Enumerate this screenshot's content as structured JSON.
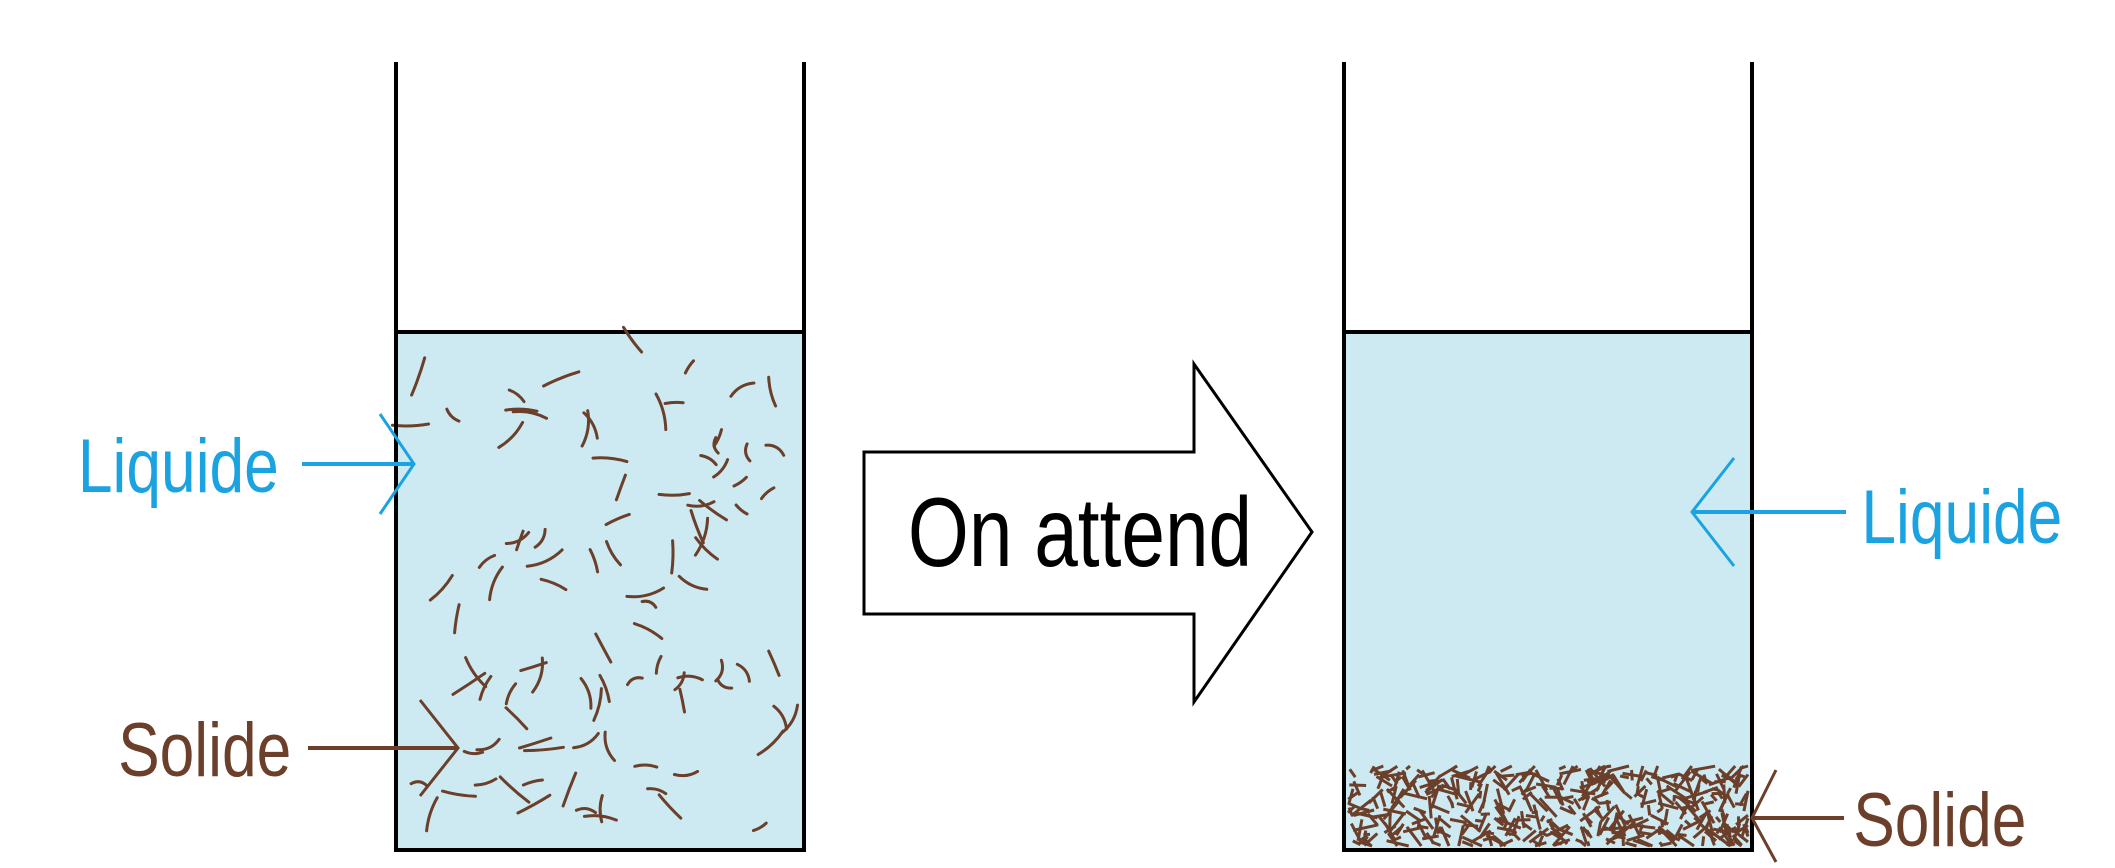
{
  "labels": {
    "left_liquid": "Liquide",
    "left_solid": "Solide",
    "arrow": "On attend",
    "right_liquid": "Liquide",
    "right_solid": "Solide"
  },
  "colors": {
    "liquid_fill": "#cdeaf2",
    "liquid_label": "#1aa3e0",
    "solid": "#6b3f2a",
    "outline": "#000000",
    "background": "#ffffff"
  }
}
